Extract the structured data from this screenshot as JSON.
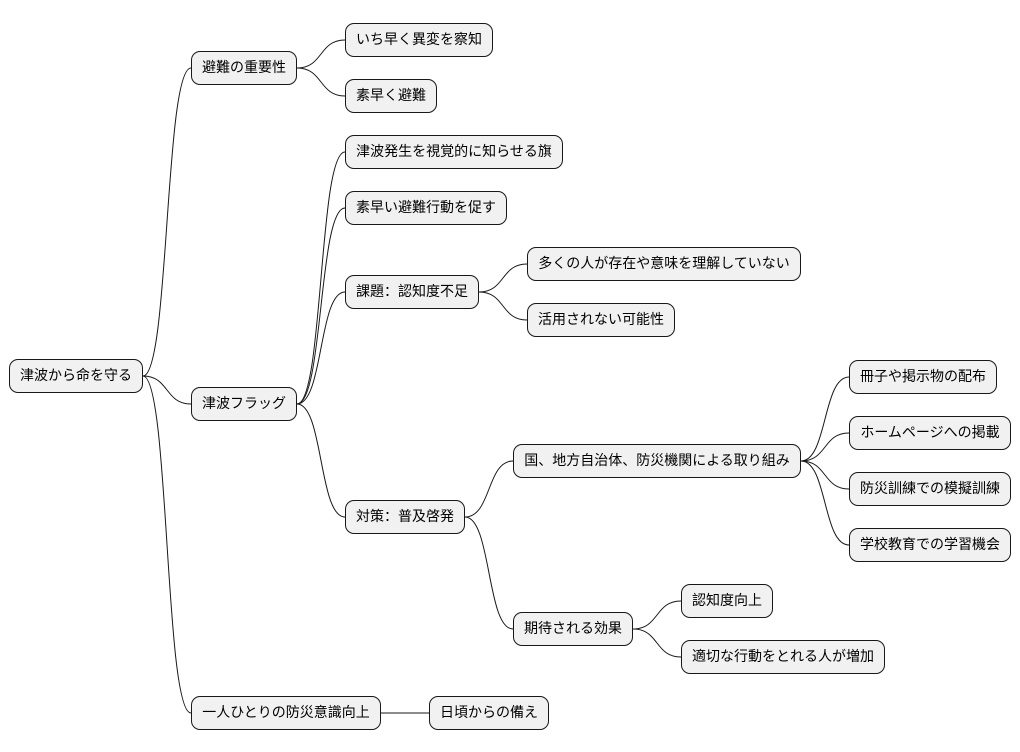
{
  "mindmap": {
    "root": "津波から命を守る",
    "branches": {
      "importance": {
        "label": "避難の重要性",
        "children": [
          "いち早く異変を察知",
          "素早く避難"
        ]
      },
      "flag": {
        "label": "津波フラッグ",
        "children": {
          "visual": "津波発生を視覚的に知らせる旗",
          "action": "素早い避難行動を促す",
          "issue": {
            "label": "課題：認知度不足",
            "children": [
              "多くの人が存在や意味を理解していない",
              "活用されない可能性"
            ]
          },
          "measures": {
            "label": "対策：普及啓発",
            "efforts": {
              "label": "国、地方自治体、防災機関による取り組み",
              "children": [
                "冊子や掲示物の配布",
                "ホームページへの掲載",
                "防災訓練での模擬訓練",
                "学校教育での学習機会"
              ]
            },
            "effects": {
              "label": "期待される効果",
              "children": [
                "認知度向上",
                "適切な行動をとれる人が増加"
              ]
            }
          }
        }
      },
      "awareness": {
        "label": "一人ひとりの防災意識向上",
        "children": [
          "日頃からの備え"
        ]
      }
    }
  }
}
